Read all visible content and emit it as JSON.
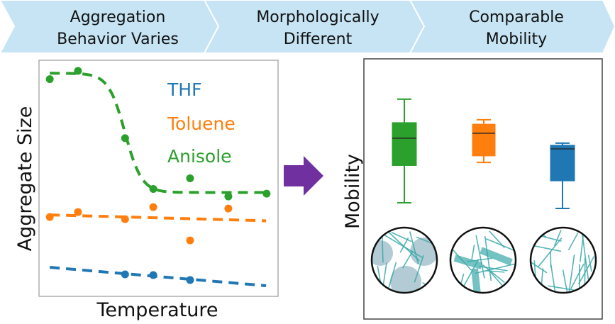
{
  "banner": {
    "steps": [
      {
        "line1": "Aggregation",
        "line2": "Behavior Varies"
      },
      {
        "line1": "Morphologically",
        "line2": "Different"
      },
      {
        "line1": "Comparable",
        "line2": "Mobility"
      }
    ],
    "color": "#c6e4f4"
  },
  "colors": {
    "thf": "#1f77b4",
    "toluene": "#ff7f0e",
    "anisole": "#2ca02c",
    "arrow": "#7030a0",
    "fiber": "#3aa8a8"
  },
  "chart_data": [
    {
      "type": "scatter",
      "xlabel": "Temperature",
      "ylabel": "Aggregate Size",
      "xlim": [
        0,
        10
      ],
      "ylim": [
        0,
        10
      ],
      "grid": false,
      "legend": {
        "placement": "top-right",
        "entries": [
          "THF",
          "Toluene",
          "Anisole"
        ]
      },
      "series": [
        {
          "name": "THF",
          "color": "#1f77b4",
          "x": [
            3.6,
            4.78,
            6.32
          ],
          "y": [
            0.93,
            0.9,
            0.69
          ],
          "fit": {
            "kind": "linear",
            "from": [
              0.45,
              1.23
            ],
            "to": [
              9.5,
              0.45
            ]
          }
        },
        {
          "name": "Toluene",
          "color": "#ff7f0e",
          "x": [
            0.45,
            1.63,
            3.6,
            4.78,
            6.32,
            7.92
          ],
          "y": [
            3.36,
            3.57,
            3.27,
            3.78,
            2.37,
            3.72
          ],
          "fit": {
            "kind": "linear",
            "from": [
              0.45,
              3.45
            ],
            "to": [
              9.5,
              3.2
            ]
          }
        },
        {
          "name": "Anisole",
          "color": "#2ca02c",
          "x": [
            0.45,
            1.63,
            3.6,
            4.78,
            6.32,
            7.92,
            9.52
          ],
          "y": [
            9.2,
            9.55,
            6.7,
            4.55,
            5.0,
            4.23,
            4.35
          ],
          "fit": {
            "kind": "sigmoid",
            "high": 9.45,
            "low": 4.4,
            "mid": 3.6,
            "width": 0.35
          }
        }
      ]
    },
    {
      "type": "box",
      "ylabel": "Mobility",
      "ylim": [
        0,
        10
      ],
      "categories": [
        "Anisole",
        "Toluene",
        "THF"
      ],
      "boxes": [
        {
          "name": "Anisole",
          "color": "#2ca02c",
          "whisker_low": 4.47,
          "q1": 5.9,
          "median": 6.95,
          "q3": 7.55,
          "whisker_high": 8.45
        },
        {
          "name": "Toluene",
          "color": "#ff7f0e",
          "whisker_low": 6.02,
          "q1": 6.27,
          "median": 7.14,
          "q3": 7.49,
          "whisker_high": 7.66
        },
        {
          "name": "THF",
          "color": "#1f77b4",
          "whisker_low": 4.25,
          "q1": 5.31,
          "median": 6.54,
          "q3": 6.68,
          "whisker_high": 6.76
        }
      ]
    }
  ]
}
